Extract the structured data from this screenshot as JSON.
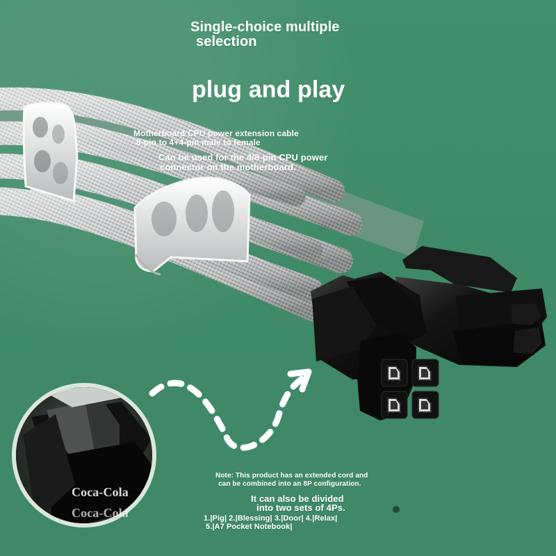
{
  "texts": {
    "top_title_line1": "Single-choice multiple",
    "top_title_line2": "selection",
    "headline": "plug and play",
    "description_line1": "Motherboard CPU power extension cable",
    "description_line2": "8-pin to 4+4-pin male to female",
    "compatibility_line1": "Can be used for the 4/8-pin CPU power",
    "compatibility_line2": "connector on the motherboard.",
    "note_line1": "Note: This product has an extended cord and",
    "note_line2": "can be combined into an 8P configuration.",
    "divide_line1": "It can also be divided",
    "divide_line2": "into two sets of 4Ps.",
    "options_line1": "1.|Pig| 2.|Blessing| 3.|Door| 4.|Relax|",
    "options_line2": "5.|A7 Pocket Notebook|",
    "brand_line1": "Coca-Cola",
    "brand_line2": "Coca-Cola"
  },
  "colors": {
    "background": "#3f8a67",
    "cable_sleeve": "#c8cacb",
    "connector": "#111111",
    "comb": "#e6e8e8",
    "text": "#ffffff"
  }
}
